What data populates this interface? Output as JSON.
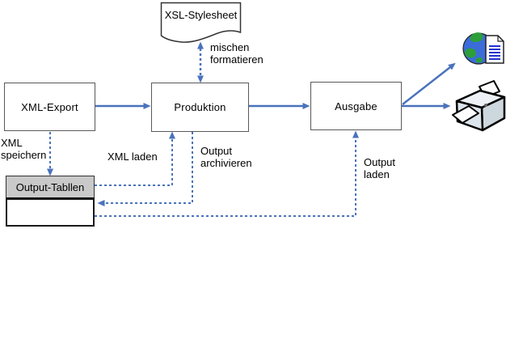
{
  "diagram": {
    "title": "XML publishing workflow diagram",
    "background": "#ffffff",
    "colors": {
      "arrow_blue": "#4a72bc",
      "box_border": "#595959",
      "table_header_fill": "#c9c9c9",
      "text": "#000000"
    },
    "nodes": {
      "xsl_stylesheet": "XSL-Stylesheet",
      "xml_export": "XML-Export",
      "produktion": "Produktion",
      "ausgabe": "Ausgabe",
      "output_tabellen": "Output-Tabllen"
    },
    "labels": {
      "mischen_formatieren": {
        "line1": "mischen",
        "line2": "formatieren"
      },
      "xml_speichern": {
        "line1": "XML",
        "line2": "speichern"
      },
      "xml_laden": {
        "line1": "XML laden"
      },
      "output_archivieren": {
        "line1": "Output",
        "line2": "archivieren"
      },
      "output_laden": {
        "line1": "Output",
        "line2": "laden"
      }
    },
    "icons": {
      "web_output": "web-document-icon",
      "print_output": "printer-icon"
    }
  }
}
